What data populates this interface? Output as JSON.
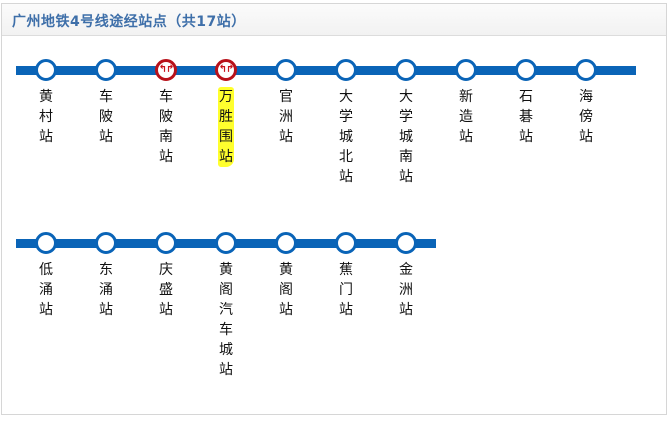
{
  "panel": {
    "title": "广州地铁4号线途经站点（共17站）"
  },
  "colors": {
    "line": "#0a64b7",
    "transfer": "#b8111a",
    "highlight": "#ffff2e",
    "title": "#3e6fa9"
  },
  "rows": [
    {
      "stations": [
        {
          "name": "黄村站",
          "transfer": false,
          "highlighted": false
        },
        {
          "name": "车陂站",
          "transfer": false,
          "highlighted": false
        },
        {
          "name": "车陂南站",
          "transfer": true,
          "highlighted": false
        },
        {
          "name": "万胜围站",
          "transfer": true,
          "highlighted": true
        },
        {
          "name": "官洲站",
          "transfer": false,
          "highlighted": false
        },
        {
          "name": "大学城北站",
          "transfer": false,
          "highlighted": false
        },
        {
          "name": "大学城南站",
          "transfer": false,
          "highlighted": false
        },
        {
          "name": "新造站",
          "transfer": false,
          "highlighted": false
        },
        {
          "name": "石碁站",
          "transfer": false,
          "highlighted": false
        },
        {
          "name": "海傍站",
          "transfer": false,
          "highlighted": false
        }
      ]
    },
    {
      "stations": [
        {
          "name": "低涌站",
          "transfer": false,
          "highlighted": false
        },
        {
          "name": "东涌站",
          "transfer": false,
          "highlighted": false
        },
        {
          "name": "庆盛站",
          "transfer": false,
          "highlighted": false
        },
        {
          "name": "黄阁汽车城站",
          "transfer": false,
          "highlighted": false
        },
        {
          "name": "黄阁站",
          "transfer": false,
          "highlighted": false
        },
        {
          "name": "蕉门站",
          "transfer": false,
          "highlighted": false
        },
        {
          "name": "金洲站",
          "transfer": false,
          "highlighted": false
        }
      ]
    }
  ],
  "icons": {
    "transfer_glyph": "↰↱"
  }
}
